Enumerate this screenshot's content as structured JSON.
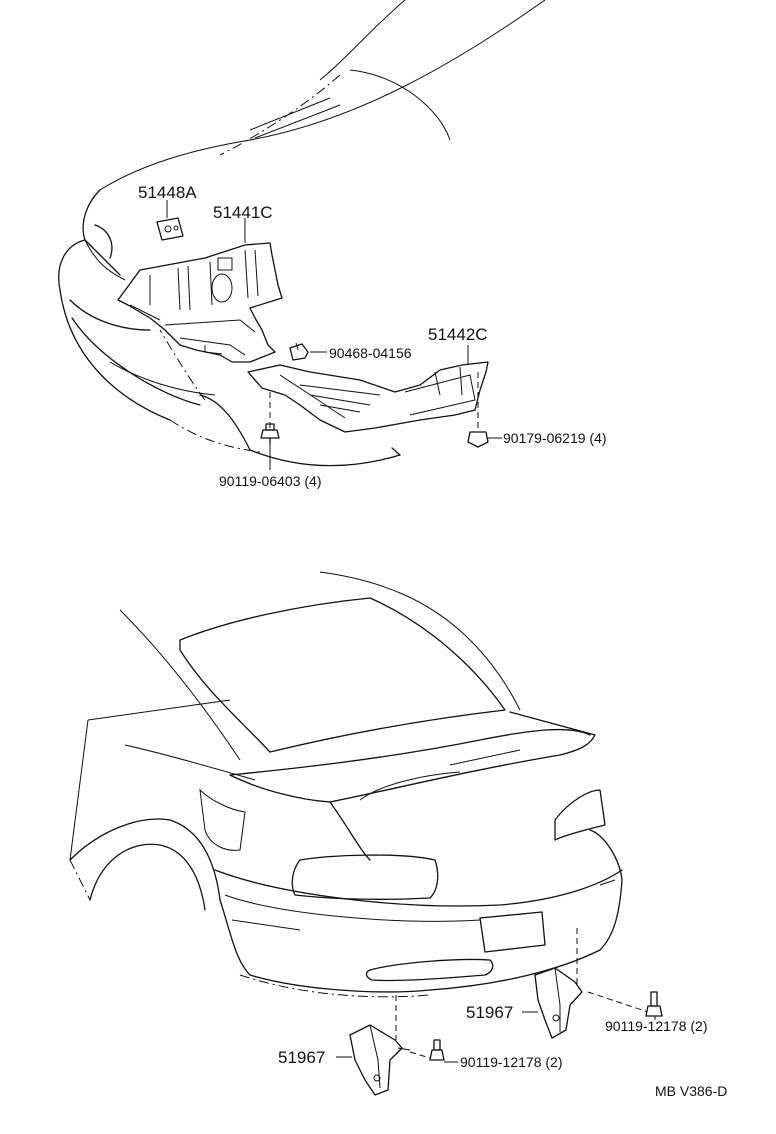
{
  "labels": {
    "p51448a": "51448A",
    "p51441c": "51441C",
    "p51442c": "51442C",
    "p90468": "90468-04156",
    "p90179": "90179-06219 (4)",
    "p90119a": "90119-06403 (4)",
    "p51967a": "51967",
    "p51967b": "51967",
    "p90119b": "90119-12178 (2)",
    "p90119c": "90119-12178 (2)",
    "code": "MB V386-D"
  }
}
